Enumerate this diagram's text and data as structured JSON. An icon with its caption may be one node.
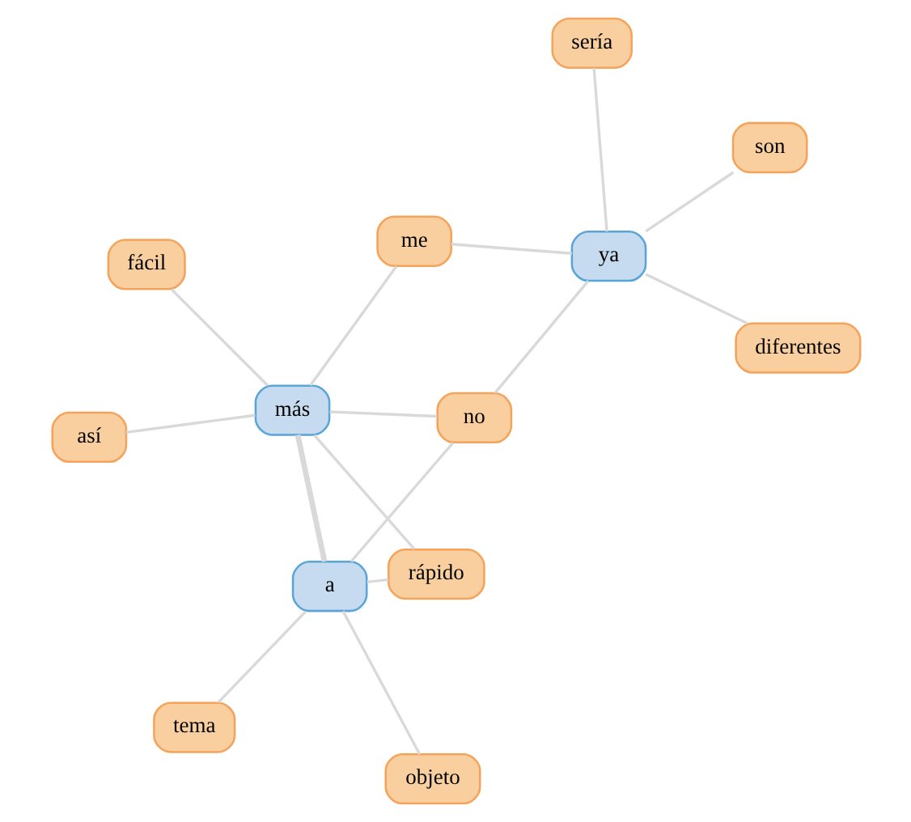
{
  "diagram": {
    "nodes": [
      {
        "text": [
          "tema"
        ]
      },
      {
        "text": [
          "a"
        ]
      },
      {
        "text": [
          "más"
        ]
      },
      {
        "text": [
          "sería"
        ]
      },
      {
        "text": [
          "son"
        ]
      },
      {
        "text": [
          "fácil"
        ]
      },
      {
        "text": [
          "no"
        ]
      },
      {
        "text": [
          "rápido"
        ]
      },
      {
        "text": [
          "objeto"
        ]
      },
      {
        "text": [
          "me"
        ]
      },
      {
        "text": [
          "ya"
        ]
      },
      {
        "text": [
          "así"
        ]
      },
      {
        "text": [
          "diferentes"
        ]
      }
    ],
    "edges": [
      {
        "from": 1,
        "to": 0,
        "arrow": "none"
      },
      {
        "from": 1,
        "to": 2,
        "arrow": "none",
        "style": "thick"
      },
      {
        "from": 1,
        "to": 6,
        "arrow": "none"
      },
      {
        "from": 1,
        "to": 8,
        "arrow": "none"
      },
      {
        "from": 1,
        "to": 7,
        "arrow": "none"
      },
      {
        "from": 2,
        "to": 5,
        "arrow": "none"
      },
      {
        "from": 2,
        "to": 7,
        "arrow": "none"
      },
      {
        "from": 2,
        "to": 9,
        "arrow": "none"
      },
      {
        "from": 2,
        "to": 11,
        "arrow": "none"
      },
      {
        "from": 2,
        "to": 6,
        "arrow": "none"
      },
      {
        "from": 3,
        "to": 10,
        "arrow": "none"
      },
      {
        "from": 4,
        "to": 10,
        "arrow": "none"
      },
      {
        "from": 6,
        "to": 10,
        "arrow": "none"
      },
      {
        "from": 9,
        "to": 10,
        "arrow": "none"
      },
      {
        "from": 12,
        "to": 10,
        "arrow": "none"
      }
    ]
  }
}
